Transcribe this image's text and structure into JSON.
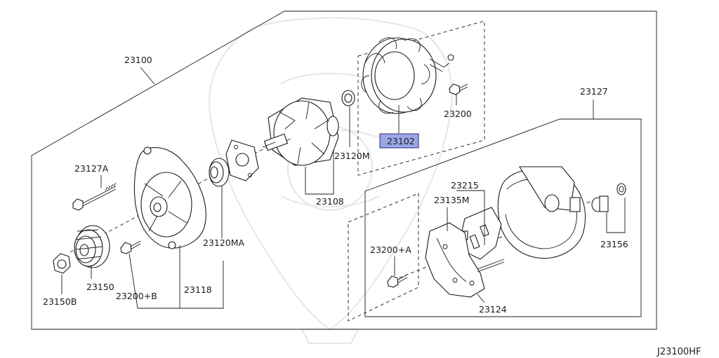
{
  "diagram_code": "J23100HF",
  "highlight_color": "#9aa7e4",
  "parts": [
    {
      "id": "p-23100",
      "label": "23100"
    },
    {
      "id": "p-23102",
      "label": "23102",
      "highlighted": true
    },
    {
      "id": "p-23200",
      "label": "23200"
    },
    {
      "id": "p-23120m",
      "label": "23120M"
    },
    {
      "id": "p-23108",
      "label": "23108"
    },
    {
      "id": "p-23127a",
      "label": "23127A"
    },
    {
      "id": "p-23120ma",
      "label": "23120MA"
    },
    {
      "id": "p-23150",
      "label": "23150"
    },
    {
      "id": "p-23150b",
      "label": "23150B"
    },
    {
      "id": "p-23200b",
      "label": "23200+B"
    },
    {
      "id": "p-23118",
      "label": "23118"
    },
    {
      "id": "p-23127",
      "label": "23127"
    },
    {
      "id": "p-23215",
      "label": "23215"
    },
    {
      "id": "p-23135m",
      "label": "23135M"
    },
    {
      "id": "p-23200a",
      "label": "23200+A"
    },
    {
      "id": "p-23156",
      "label": "23156"
    },
    {
      "id": "p-23124",
      "label": "23124"
    }
  ]
}
